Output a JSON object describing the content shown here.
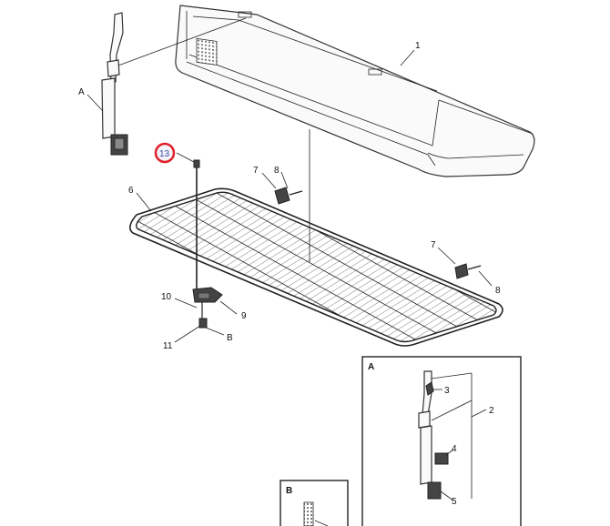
{
  "diagram": {
    "callouts": {
      "c1": "1",
      "c2": "2",
      "c3": "3",
      "c4": "4",
      "c5": "5",
      "c6": "6",
      "c7a": "7",
      "c7b": "7",
      "c8a": "8",
      "c8b": "8",
      "c9": "9",
      "c10": "10",
      "c11": "11",
      "c13": "13",
      "cA": "A",
      "cB": "B"
    },
    "detail_boxes": {
      "a_title": "A",
      "b_title": "B"
    },
    "highlight_color": "#e0202a"
  }
}
